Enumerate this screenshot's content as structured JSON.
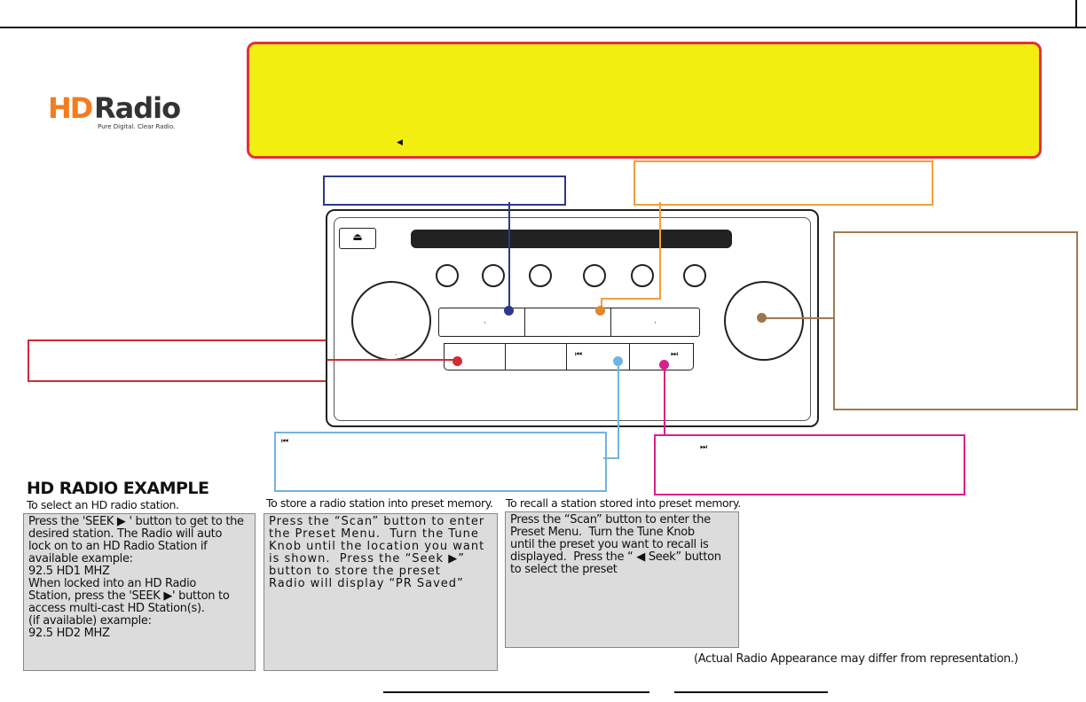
{
  "logo": {
    "mark": "HD",
    "word": "Radio",
    "tagline": "Pure Digital. Clear Radio."
  },
  "banner": {
    "arrow_glyph": "◀"
  },
  "radio": {
    "eject_glyph": "⏏",
    "prev_glyph": "⏮",
    "next_glyph": "⏭",
    "dot_marks": [
      "·",
      "·",
      "·"
    ]
  },
  "callouts": {
    "sky_glyph": "⏮",
    "pink_glyph": "⏭"
  },
  "colors": {
    "banner_fill": "#f2ef10",
    "banner_border": "#e0313a",
    "navy": "#2b3a8c",
    "orange": "#f0a03c",
    "brown": "#a07a50",
    "red": "#d22a36",
    "sky": "#6fb4e4",
    "pink": "#d8208a"
  },
  "example": {
    "title": "HD RADIO EXAMPLE",
    "col1_heading": "To select an HD radio station.",
    "col1_text": "Press the 'SEEK ▶ ' button to get to the\ndesired station. The Radio will auto\nlock on to an HD Radio Station if\navailable example:\n92.5 HD1 MHZ\nWhen locked into an HD Radio\nStation, press the 'SEEK ▶' button to\naccess multi-cast HD Station(s).\n(if available) example:\n92.5 HD2 MHZ",
    "col2_heading": "To store a radio station into preset memory.",
    "col2_text": "Press the “Scan” button to enter\nthe Preset Menu.  Turn the Tune\nKnob until the location you want\nis shown.  Press the “Seek ▶”\nbutton to store the preset\nRadio will display “PR Saved”",
    "col3_heading": "To recall a station stored into preset memory.",
    "col3_text": "Press the “Scan” button to enter the\nPreset Menu.  Turn the Tune Knob\nuntil the preset you want to recall is\ndisplayed.  Press the “ ◀ Seek” button\nto select the preset",
    "disclaimer": "(Actual Radio Appearance may differ from representation.)"
  }
}
